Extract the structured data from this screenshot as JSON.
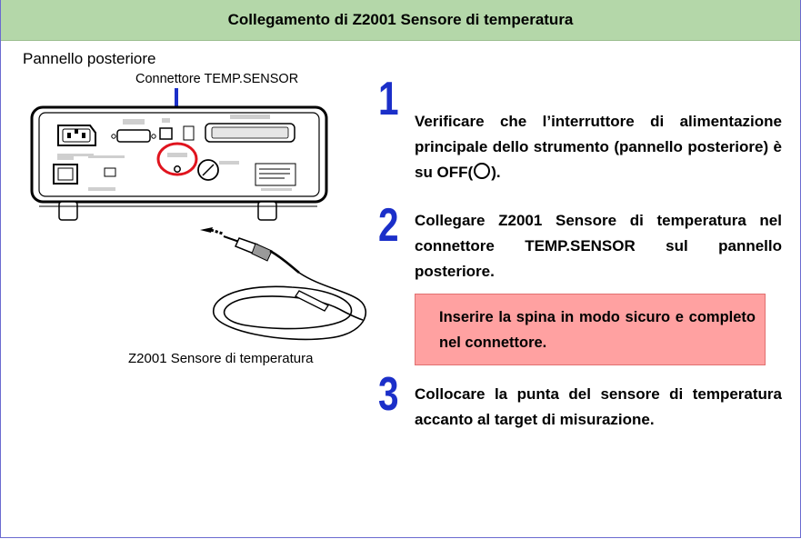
{
  "header": {
    "title": "Collegamento di Z2001 Sensore di temperatura"
  },
  "figure": {
    "panel_label": "Pannello posteriore",
    "connector_label": "Connettore TEMP.SENSOR",
    "sensor_caption": "Z2001 Sensore di temperatura"
  },
  "steps": [
    {
      "number": "1",
      "text_before": "Verificare che l’interruttore di alimentazione principale dello strumento (pannello posteriore) è su OFF(",
      "text_after": ")."
    },
    {
      "number": "2",
      "text": "Collegare Z2001 Sensore di temperatura nel connettore TEMP.SENSOR sul pannello posteriore."
    },
    {
      "number": "3",
      "text": "Collocare la punta del sensore di temperatura accanto al target di misurazione."
    }
  ],
  "note": {
    "text": "Inserire la spina in modo sicuro e completo nel connettore."
  },
  "colors": {
    "banner": "#b4d7a9",
    "step_number": "#1b2fc9",
    "note_bg": "#ffa1a1",
    "highlight_ring": "#e0141e"
  }
}
